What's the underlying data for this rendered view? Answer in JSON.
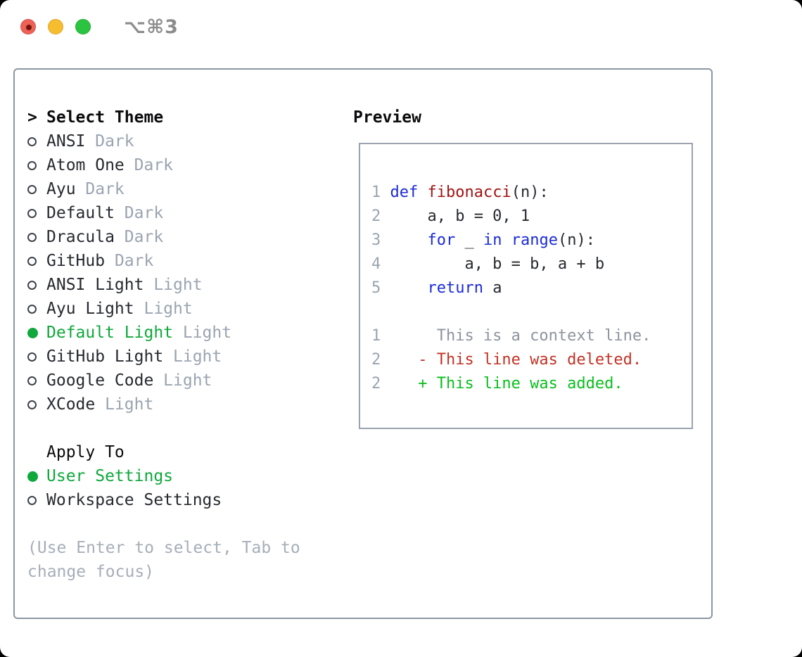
{
  "window": {
    "title": "⌥⌘3",
    "traffic_lights": [
      "close",
      "minimize",
      "zoom"
    ]
  },
  "colors": {
    "selected_green": "#0fa83c",
    "added_green": "#0abf1e",
    "deleted_red": "#c23325",
    "keyword_blue": "#1b2bd8",
    "function_red": "#a31414",
    "muted_gray": "#9aa4b0",
    "hint_gray": "#a6aeb9",
    "border_gray": "#8d96a2"
  },
  "theme_panel": {
    "header_caret": ">",
    "header": "Select Theme",
    "items": [
      {
        "name": "ANSI",
        "variant": "Dark",
        "selected": false
      },
      {
        "name": "Atom One",
        "variant": "Dark",
        "selected": false
      },
      {
        "name": "Ayu",
        "variant": "Dark",
        "selected": false
      },
      {
        "name": "Default",
        "variant": "Dark",
        "selected": false
      },
      {
        "name": "Dracula",
        "variant": "Dark",
        "selected": false
      },
      {
        "name": "GitHub",
        "variant": "Dark",
        "selected": false
      },
      {
        "name": "ANSI Light",
        "variant": "Light",
        "selected": false
      },
      {
        "name": "Ayu Light",
        "variant": "Light",
        "selected": false
      },
      {
        "name": "Default Light",
        "variant": "Light",
        "selected": true
      },
      {
        "name": "GitHub Light",
        "variant": "Light",
        "selected": false
      },
      {
        "name": "Google Code",
        "variant": "Light",
        "selected": false
      },
      {
        "name": "XCode",
        "variant": "Light",
        "selected": false
      }
    ]
  },
  "apply_panel": {
    "header": "Apply To",
    "items": [
      {
        "label": "User Settings",
        "selected": true
      },
      {
        "label": "Workspace Settings",
        "selected": false
      }
    ]
  },
  "hint": {
    "text": "(Use Enter to select, Tab to change focus)"
  },
  "preview": {
    "header": "Preview",
    "lines": [
      {
        "type": "code",
        "num": "1",
        "tokens": [
          [
            "kw",
            "def"
          ],
          [
            "pl",
            " "
          ],
          [
            "fn",
            "fibonacci"
          ],
          [
            "pl",
            "(n):"
          ]
        ]
      },
      {
        "type": "code",
        "num": "2",
        "tokens": [
          [
            "pl",
            "    a, b = 0, 1"
          ]
        ]
      },
      {
        "type": "code",
        "num": "3",
        "tokens": [
          [
            "pl",
            "    "
          ],
          [
            "kw",
            "for"
          ],
          [
            "pl",
            " _ "
          ],
          [
            "kw",
            "in"
          ],
          [
            "pl",
            " "
          ],
          [
            "kw",
            "range"
          ],
          [
            "pl",
            "(n):"
          ]
        ]
      },
      {
        "type": "code",
        "num": "4",
        "tokens": [
          [
            "pl",
            "        a, b = b, a + b"
          ]
        ]
      },
      {
        "type": "code",
        "num": "5",
        "tokens": [
          [
            "pl",
            "    "
          ],
          [
            "kw",
            "return"
          ],
          [
            "pl",
            " a"
          ]
        ]
      },
      {
        "type": "blank"
      },
      {
        "type": "diff",
        "num": "1",
        "cls": "ctx",
        "text": "     This is a context line."
      },
      {
        "type": "diff",
        "num": "2",
        "cls": "del",
        "text": "   - This line was deleted."
      },
      {
        "type": "diff",
        "num": "2",
        "cls": "add",
        "text": "   + This line was added."
      }
    ]
  }
}
